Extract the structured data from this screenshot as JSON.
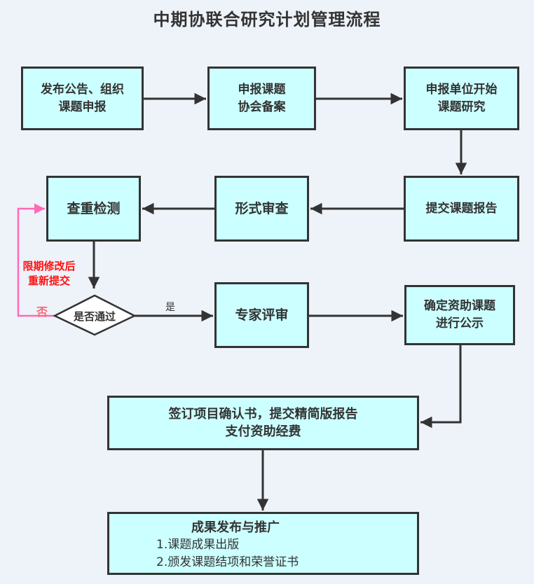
{
  "title": "中期协联合研究计划管理流程",
  "colors": {
    "background": "#eef2f9",
    "box_fill": "#ccffff",
    "box_border": "#333333",
    "arrow": "#333333",
    "loop_arrow": "#ff69b4",
    "red_text": "#ff1111",
    "no_text": "#ff6677"
  },
  "nodes": {
    "publish": {
      "lines": [
        "发布公告、组织",
        "课题申报"
      ]
    },
    "apply_register": {
      "lines": [
        "申报课题",
        "协会备案"
      ]
    },
    "start_research": {
      "lines": [
        "申报单位开始",
        "课题研究"
      ]
    },
    "submit_report": {
      "lines": [
        "提交课题报告"
      ]
    },
    "formal_review": {
      "lines": [
        "形式审查"
      ]
    },
    "plagiarism_check": {
      "lines": [
        "查重检测"
      ]
    },
    "pass_decision": {
      "text": "是否通过"
    },
    "expert_review": {
      "lines": [
        "专家评审"
      ]
    },
    "confirm_funding": {
      "lines": [
        "确定资助课题",
        "进行公示"
      ]
    },
    "sign_agreement": {
      "lines": [
        "签订项目确认书，提交精简版报告",
        "支付资助经费"
      ]
    },
    "results": {
      "heading": "成果发布与推广",
      "items": [
        "1.课题成果出版",
        "2.颁发课题结项和荣誉证书"
      ]
    }
  },
  "edge_labels": {
    "yes": "是",
    "no": "否",
    "revise_resubmit": [
      "限期修改后",
      "重新提交"
    ]
  }
}
